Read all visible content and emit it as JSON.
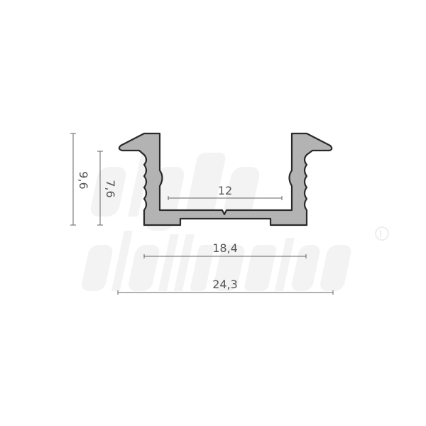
{
  "watermark": {
    "line1": "alpha",
    "line2": "elettronica",
    "mark": "®"
  },
  "dimensions": {
    "inner_width": "12",
    "bottom_width": "18,4",
    "total_width": "24,3",
    "total_height": "9,6",
    "inner_height": "7,6"
  },
  "colors": {
    "profile_fill": "#b3b3b3",
    "outline": "#2a2a2a",
    "dim_line": "#666666"
  }
}
